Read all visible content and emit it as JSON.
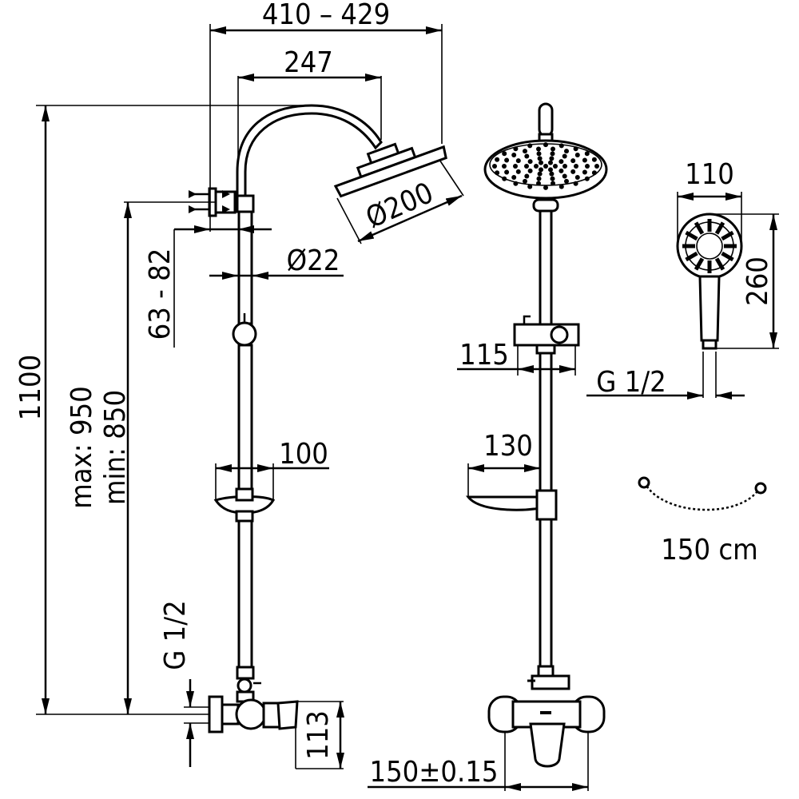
{
  "dimensions": {
    "arm_reach": "410 – 429",
    "arm_length": "247",
    "total_height": "1100",
    "height_max": "max: 950",
    "height_min": "min: 850",
    "bracket_range": "63 - 82",
    "pipe_diameter": "Ø22",
    "head_diameter": "Ø200",
    "soap_dish_width": "100",
    "connection_left": "G 1/2",
    "mixer_height": "113",
    "mixer_spacing": "150±0.15",
    "slider_width": "115",
    "connection_right": "G 1/2",
    "dish_side_width": "130",
    "handshower_width": "110",
    "handshower_length": "260",
    "hose_length": "150 cm"
  },
  "colors": {
    "line": "#000000",
    "background": "#ffffff"
  },
  "icons": [
    "overhead-shower-head",
    "hand-shower",
    "shower-hose",
    "mixer-tap",
    "soap-dish",
    "slider-holder",
    "wall-bracket"
  ]
}
